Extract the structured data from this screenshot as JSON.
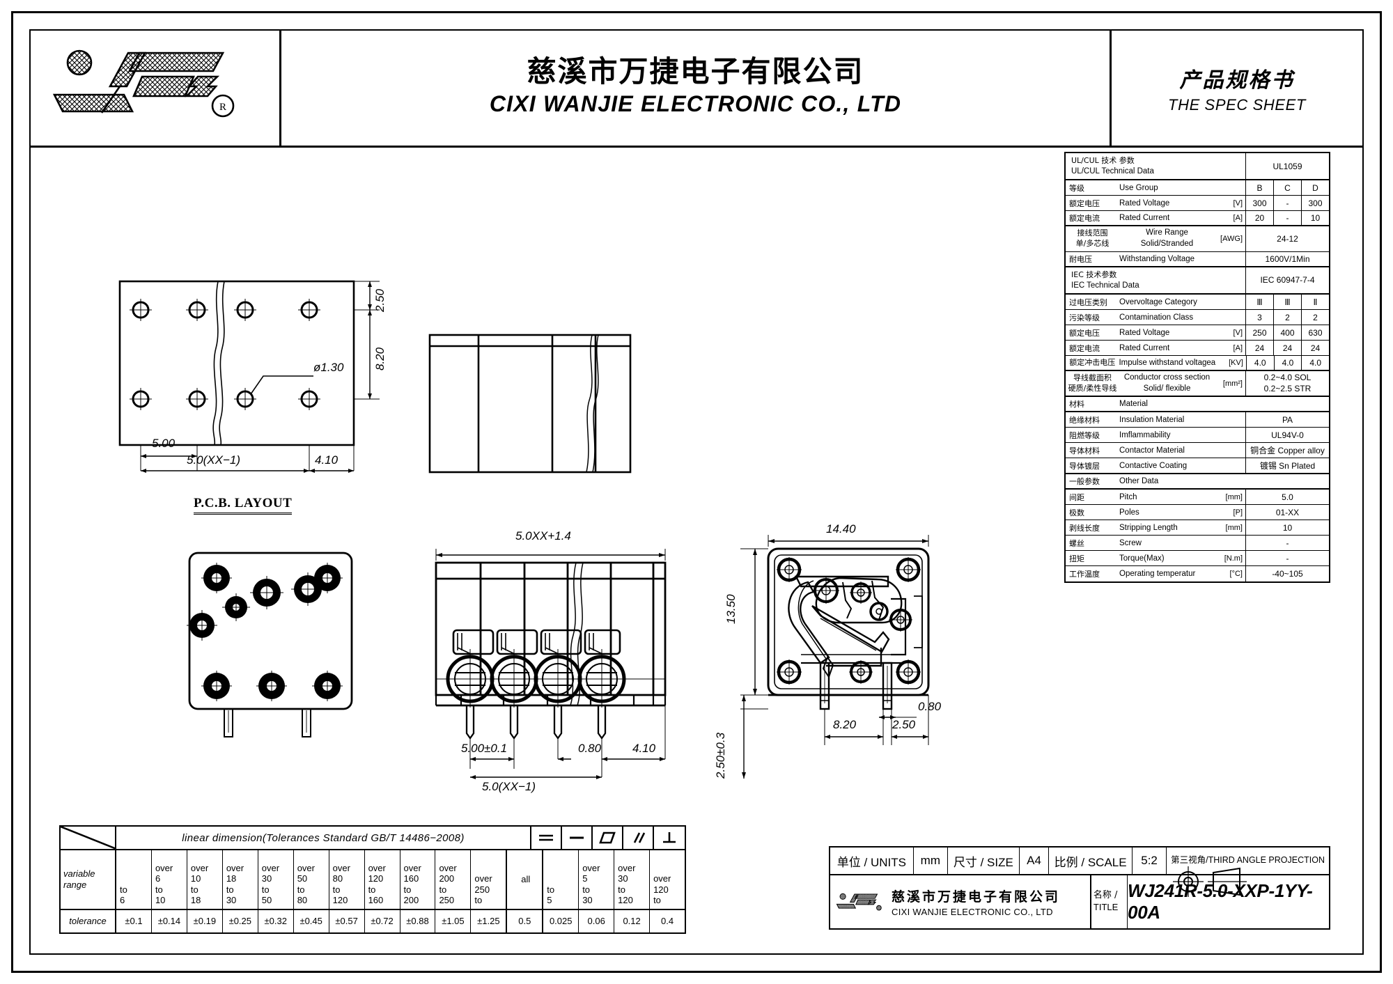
{
  "header": {
    "company_cn": "慈溪市万捷电子有限公司",
    "company_en": "CIXI  WANJIE  ELECTRONIC  CO., LTD",
    "spec_cn": "产品规格书",
    "spec_en": "THE SPEC SHEET",
    "logo_icon": "wanjie-logo-icon",
    "registered_icon": "registered-trademark-icon"
  },
  "spec_table": {
    "ul_header": {
      "cn": "UL/CUL     技术 参数",
      "en": "UL/CUL    Technical Data",
      "value": "UL1059"
    },
    "ul_rows": [
      {
        "cn": "等级",
        "en": "Use Group",
        "unit": "",
        "v1": "B",
        "v2": "C",
        "v3": "D"
      },
      {
        "cn": "额定电压",
        "en": "Rated Voltage",
        "unit": "[V]",
        "v1": "300",
        "v2": "-",
        "v3": "300"
      },
      {
        "cn": "额定电流",
        "en": "Rated Current",
        "unit": "[A]",
        "v1": "20",
        "v2": "-",
        "v3": "10"
      }
    ],
    "wire_range": {
      "cn1": "接线范围",
      "en1": "Wire Range",
      "cn2": "单/多芯线",
      "en2": "Solid/Stranded",
      "unit": "[AWG]",
      "value": "24-12"
    },
    "withstanding": {
      "cn": "耐电压",
      "en": "Withstanding Voltage",
      "value": "1600V/1Min"
    },
    "iec_header": {
      "cn": "IEC  技术参数",
      "en": "IEC  Technical Data",
      "value": "IEC 60947-7-4"
    },
    "iec_rows": [
      {
        "cn": "过电压类别",
        "en": "Overvoltage Category",
        "unit": "",
        "v1": "Ⅲ",
        "v2": "Ⅲ",
        "v3": "Ⅱ"
      },
      {
        "cn": "污染等级",
        "en": "Contamination Class",
        "unit": "",
        "v1": "3",
        "v2": "2",
        "v3": "2"
      },
      {
        "cn": "额定电压",
        "en": "Rated Voltage",
        "unit": "[V]",
        "v1": "250",
        "v2": "400",
        "v3": "630"
      },
      {
        "cn": "额定电流",
        "en": "Rated Current",
        "unit": "[A]",
        "v1": "24",
        "v2": "24",
        "v3": "24"
      }
    ],
    "impulse": {
      "cn": "额定冲击电压",
      "en": "Impulse withstand voltagea",
      "unit": "[KV]",
      "v1": "4.0",
      "v2": "4.0",
      "v3": "4.0"
    },
    "conductor": {
      "cn1": "导线截面积",
      "en1": "Conductor cross section",
      "cn2": "硬质/柔性导线",
      "en2": "Solid/ flexible",
      "unit": "[mm²]",
      "value1": "0.2~4.0 SOL",
      "value2": "0.2~2.5 STR"
    },
    "material_header": {
      "cn": "材料",
      "en": "Material"
    },
    "material_rows": [
      {
        "cn": "绝缘材料",
        "en": "Insulation Material",
        "unit": "",
        "value": "PA"
      },
      {
        "cn": "阻燃等级",
        "en": "Imflammability",
        "unit": "",
        "value": "UL94V-0"
      },
      {
        "cn": "导体材料",
        "en": "Contactor Material",
        "unit": "",
        "value": "铜合金 Copper alloy"
      },
      {
        "cn": "导体镀层",
        "en": "Contactive Coating",
        "unit": "",
        "value": "镀锡 Sn Plated"
      }
    ],
    "other_header": {
      "cn": "一般参数",
      "en": "Other Data"
    },
    "other_rows": [
      {
        "cn": "间距",
        "en": "Pitch",
        "unit": "[mm]",
        "value": "5.0"
      },
      {
        "cn": "极数",
        "en": "Poles",
        "unit": "[P]",
        "value": "01-XX"
      },
      {
        "cn": "剥线长度",
        "en": "Stripping Length",
        "unit": "[mm]",
        "value": "10"
      },
      {
        "cn": "螺丝",
        "en": "Screw",
        "unit": "",
        "value": "-"
      },
      {
        "cn": "扭矩",
        "en": "Torque(Max)",
        "unit": "[N.m]",
        "value": "-"
      },
      {
        "cn": "工作温度",
        "en": "Operating temperatur",
        "unit": "[°C]",
        "value": "-40~105"
      }
    ]
  },
  "drawings": {
    "pcb_layout": {
      "caption": "P.C.B.  LAYOUT",
      "dim_hole": "ø1.30",
      "dim_2_50": "2.50",
      "dim_8_20": "8.20",
      "dim_5_00": "5.00",
      "dim_pitch_total": "5.0(XX−1)",
      "dim_4_10": "4.10"
    },
    "front_view": {
      "dim_width_total": "5.0XX+1.4",
      "dim_pitch": "5.00±0.1",
      "dim_pitch_total": "5.0(XX−1)",
      "dim_pin_thickness": "0.80",
      "dim_edge": "4.10"
    },
    "side_view": {
      "dim_width": "14.40",
      "dim_height": "13.50",
      "dim_pin_length": "2.50±0.3",
      "dim_8_20": "8.20",
      "dim_2_50": "2.50",
      "dim_0_80": "0.80"
    }
  },
  "tolerance_table": {
    "title": "linear  dimension(Tolerances  Standard  GB/T  14486−2008)",
    "row_labels": {
      "range": "variable\nrange",
      "tolerance": "tolerance"
    },
    "symbols": [
      "flatness-icon",
      "straightness-icon",
      "parallelogram-icon",
      "parallelism-icon",
      "perpendicularity-icon"
    ],
    "linear_ranges": [
      "to\n6",
      "over\n6\nto\n10",
      "over\n10\nto\n18",
      "over\n18\nto\n30",
      "over\n30\nto\n50",
      "over\n50\nto\n80",
      "over\n80\nto\n120",
      "over\n120\nto\n160",
      "over\n160\nto\n200",
      "over\n200\nto\n250",
      "over\n250\nto"
    ],
    "linear_tolerances": [
      "±0.1",
      "±0.14",
      "±0.19",
      "±0.25",
      "±0.32",
      "±0.45",
      "±0.57",
      "±0.72",
      "±0.88",
      "±1.05",
      "±1.25"
    ],
    "flatness_range": "all",
    "flatness_tolerance": "0.5",
    "geo_ranges": [
      "to\n5",
      "over\n5\nto\n30",
      "over\n30\nto\n120",
      "over\n120\nto"
    ],
    "geo_tolerances": [
      "0.025",
      "0.06",
      "0.12",
      "0.4"
    ]
  },
  "title_block": {
    "units_label_cn": "单位",
    "units_label": "单位 / UNITS",
    "units_value": "mm",
    "size_label": "尺寸 / SIZE",
    "size_value": "A4",
    "scale_label": "比例 / SCALE",
    "scale_value": "5:2",
    "projection_label": "第三视角/THIRD ANGLE PROJECTION",
    "projection_icon": "third-angle-projection-icon",
    "company_cn": "慈溪市万捷电子有限公司",
    "company_en": "CIXI  WANJIE  ELECTRONIC  CO., LTD",
    "title_label_cn": "名称 /",
    "title_label_en": "TITLE",
    "title_value": "WJ241R-5.0-XXP-1YY-00A"
  }
}
